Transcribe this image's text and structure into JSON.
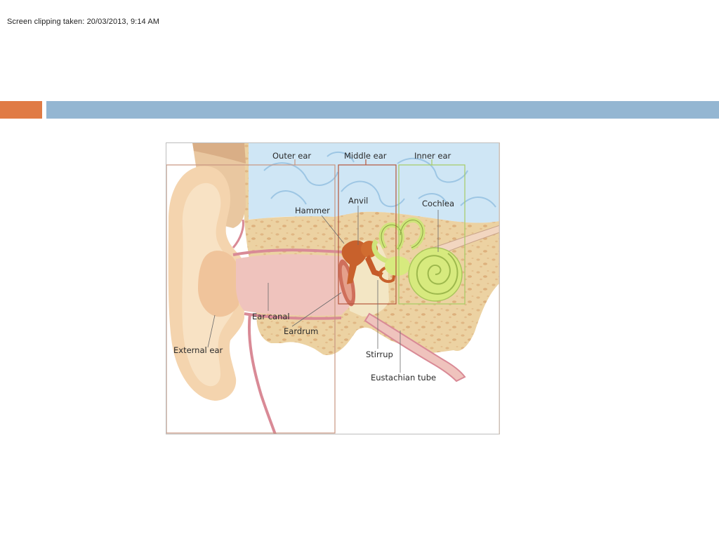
{
  "caption": "Screen clipping taken: 20/03/2013, 9:14 AM",
  "colors": {
    "accent_orange": "#e07b45",
    "accent_blue": "#94b6d2",
    "skin": "#f4d4ae",
    "bone": "#ebcf9d",
    "brain": "#cfe5f4",
    "canal": "#efc2bd",
    "cochlea": "#d7ea7e",
    "ossicles": "#c8612c",
    "box_outer": "#c99580",
    "box_middle": "#b5563d",
    "box_inner": "#a6cc63"
  },
  "diagram": {
    "labels": {
      "outer_ear": "Outer ear",
      "middle_ear": "Middle ear",
      "inner_ear": "Inner ear",
      "anvil": "Anvil",
      "hammer": "Hammer",
      "cochlea": "Cochlea",
      "ear_canal": "Ear canal",
      "eardrum": "Eardrum",
      "external_ear": "External ear",
      "stirrup": "Stirrup",
      "eustachian_tube": "Eustachian tube"
    }
  }
}
